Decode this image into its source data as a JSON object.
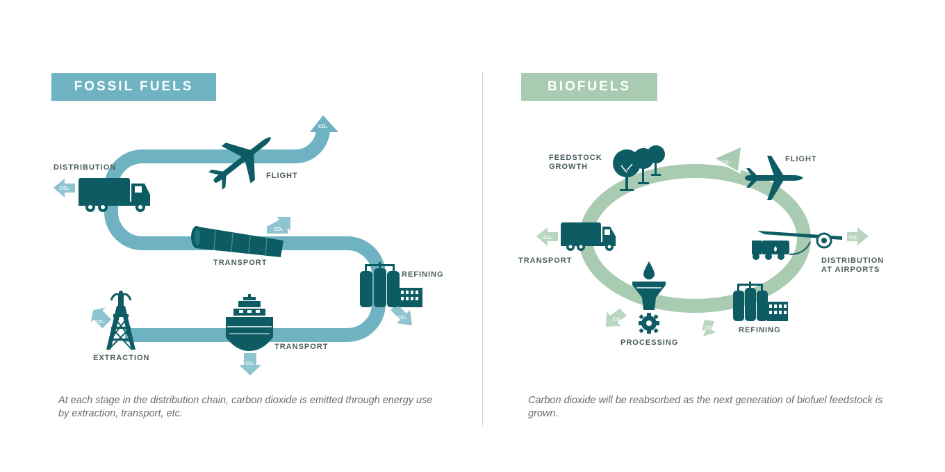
{
  "fossil": {
    "title": "FOSSIL FUELS",
    "labels": {
      "distribution": "DISTRIBUTION",
      "flight": "FLIGHT",
      "transport_pipe": "TRANSPORT",
      "refining": "REFINING",
      "transport_ship": "TRANSPORT",
      "extraction": "EXTRACTION"
    },
    "caption": "At each stage in the distribution chain, carbon dioxide is emitted through energy use by extraction, transport, etc."
  },
  "biofuels": {
    "title": "BIOFUELS",
    "labels": {
      "feedstock": "FEEDSTOCK\nGROWTH",
      "flight": "FLIGHT",
      "transport": "TRANSPORT",
      "distribution": "DISTRIBUTION\nAT AIRPORTS",
      "processing": "PROCESSING",
      "refining": "REFINING"
    },
    "caption": "Carbon dioxide will be reabsorbed as the next generation of biofuel feedstock is grown."
  },
  "co2_label": "CO₂",
  "colors": {
    "fossil_accent": "#6fb3c2",
    "bio_accent": "#a8cbb1",
    "icon": "#0d5c63"
  },
  "icons": [
    "truck-icon",
    "airplane-icon",
    "pipe-icon",
    "refinery-icon",
    "ship-icon",
    "oil-derrick-icon",
    "trees-icon",
    "funnel-gear-icon",
    "fuel-truck-icon"
  ]
}
